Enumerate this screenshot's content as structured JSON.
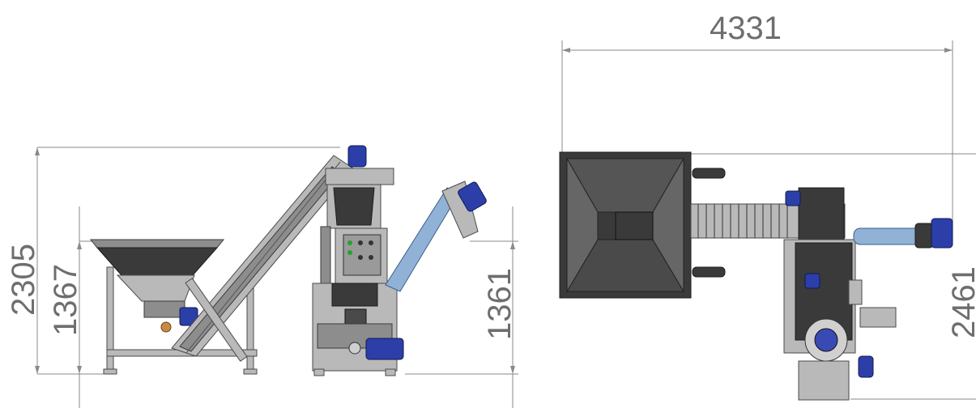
{
  "dimensions": {
    "side_overall_height": "2305",
    "side_hopper_height": "1367",
    "side_right_height": "1361",
    "top_overall_length": "4331",
    "top_overall_width": "2461"
  }
}
